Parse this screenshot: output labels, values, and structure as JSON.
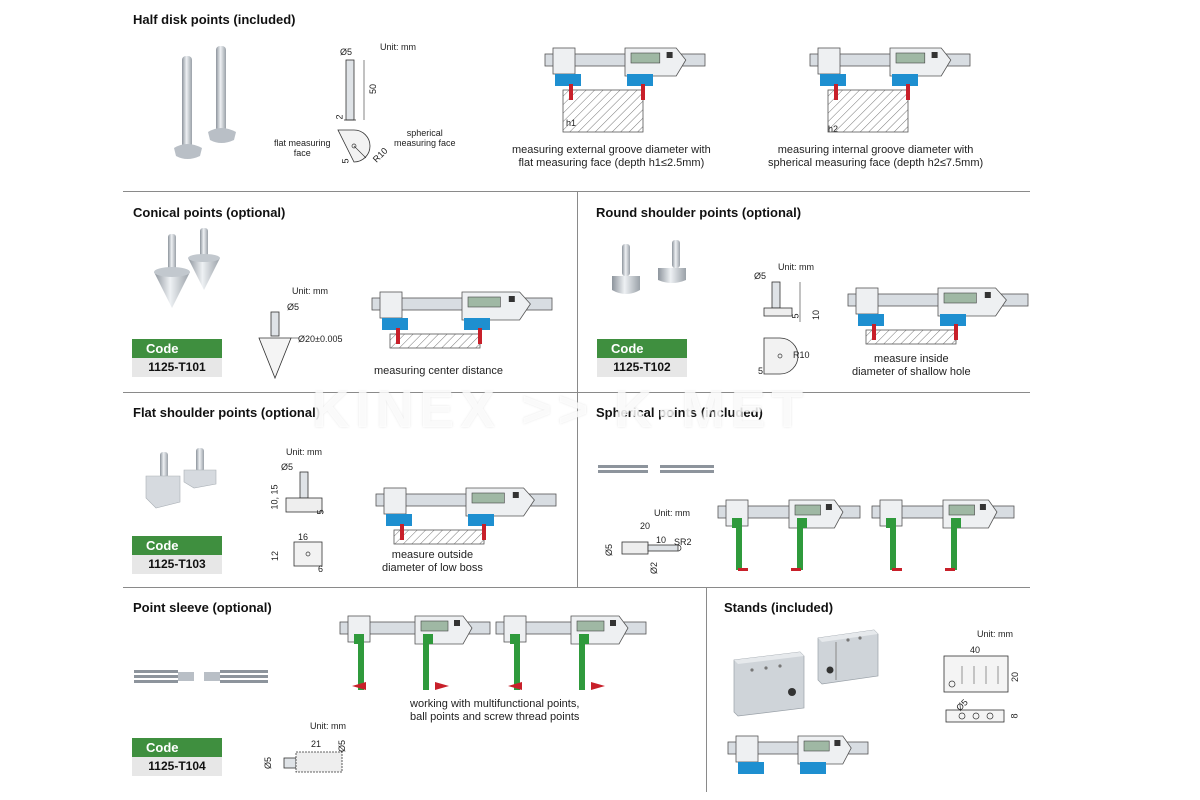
{
  "sections": {
    "half_disk": {
      "title": "Half disk points (included)",
      "unit": "Unit: mm",
      "dims": {
        "d5": "Ø5",
        "h50": "50",
        "h2": "2",
        "w5": "5",
        "r10": "R10"
      },
      "flat_label": "flat measuring\nface",
      "spherical_label": "spherical\nmeasuring face",
      "h1_label": "h1",
      "h2_label": "h2",
      "caption_external": "measuring external groove diameter with\nflat measuring face (depth h1≤2.5mm)",
      "caption_internal": "measuring internal groove diameter with\nspherical measuring face (depth h2≤7.5mm)"
    },
    "conical": {
      "title": "Conical points (optional)",
      "unit": "Unit: mm",
      "dims": {
        "d5": "Ø5",
        "d20": "Ø20±0.005"
      },
      "code_label": "Code",
      "code": "1125-T101",
      "caption": "measuring center distance"
    },
    "round_shoulder": {
      "title": "Round shoulder points (optional)",
      "unit": "Unit: mm",
      "dims": {
        "d5": "Ø5",
        "h5": "5",
        "h10": "10",
        "r10": "R10",
        "w5": "5"
      },
      "code_label": "Code",
      "code": "1125-T102",
      "caption": "measure inside\ndiameter of shallow hole"
    },
    "flat_shoulder": {
      "title": "Flat shoulder points (optional)",
      "unit": "Unit: mm",
      "dims": {
        "d5": "Ø5",
        "h10_15": "10, 15",
        "h5": "5",
        "w16": "16",
        "h12": "12",
        "w6": "6"
      },
      "code_label": "Code",
      "code": "1125-T103",
      "caption": "measure outside\ndiameter of low boss"
    },
    "spherical": {
      "title": "Spherical points (included)",
      "unit": "Unit: mm",
      "dims": {
        "w20": "20",
        "w10": "10",
        "sr2": "SR2",
        "d5": "Ø5",
        "d2": "Ø2"
      }
    },
    "point_sleeve": {
      "title": "Point sleeve (optional)",
      "unit": "Unit: mm",
      "dims": {
        "w21": "21",
        "d5a": "Ø5",
        "d5b": "Ø5"
      },
      "code_label": "Code",
      "code": "1125-T104",
      "caption": "working with multifunctional points,\nball points and screw thread points"
    },
    "stands": {
      "title": "Stands (included)",
      "unit": "Unit: mm",
      "dims": {
        "w40": "40",
        "h20": "20",
        "d5": "Ø5",
        "h8": "8"
      }
    }
  },
  "watermark": "KINEX >> K-MET",
  "colors": {
    "green": "#3f8f3f",
    "blue": "#1e8fd0",
    "red": "#c8202a",
    "jaw_green": "#2f9a3c",
    "metal": "#c9ced4"
  }
}
